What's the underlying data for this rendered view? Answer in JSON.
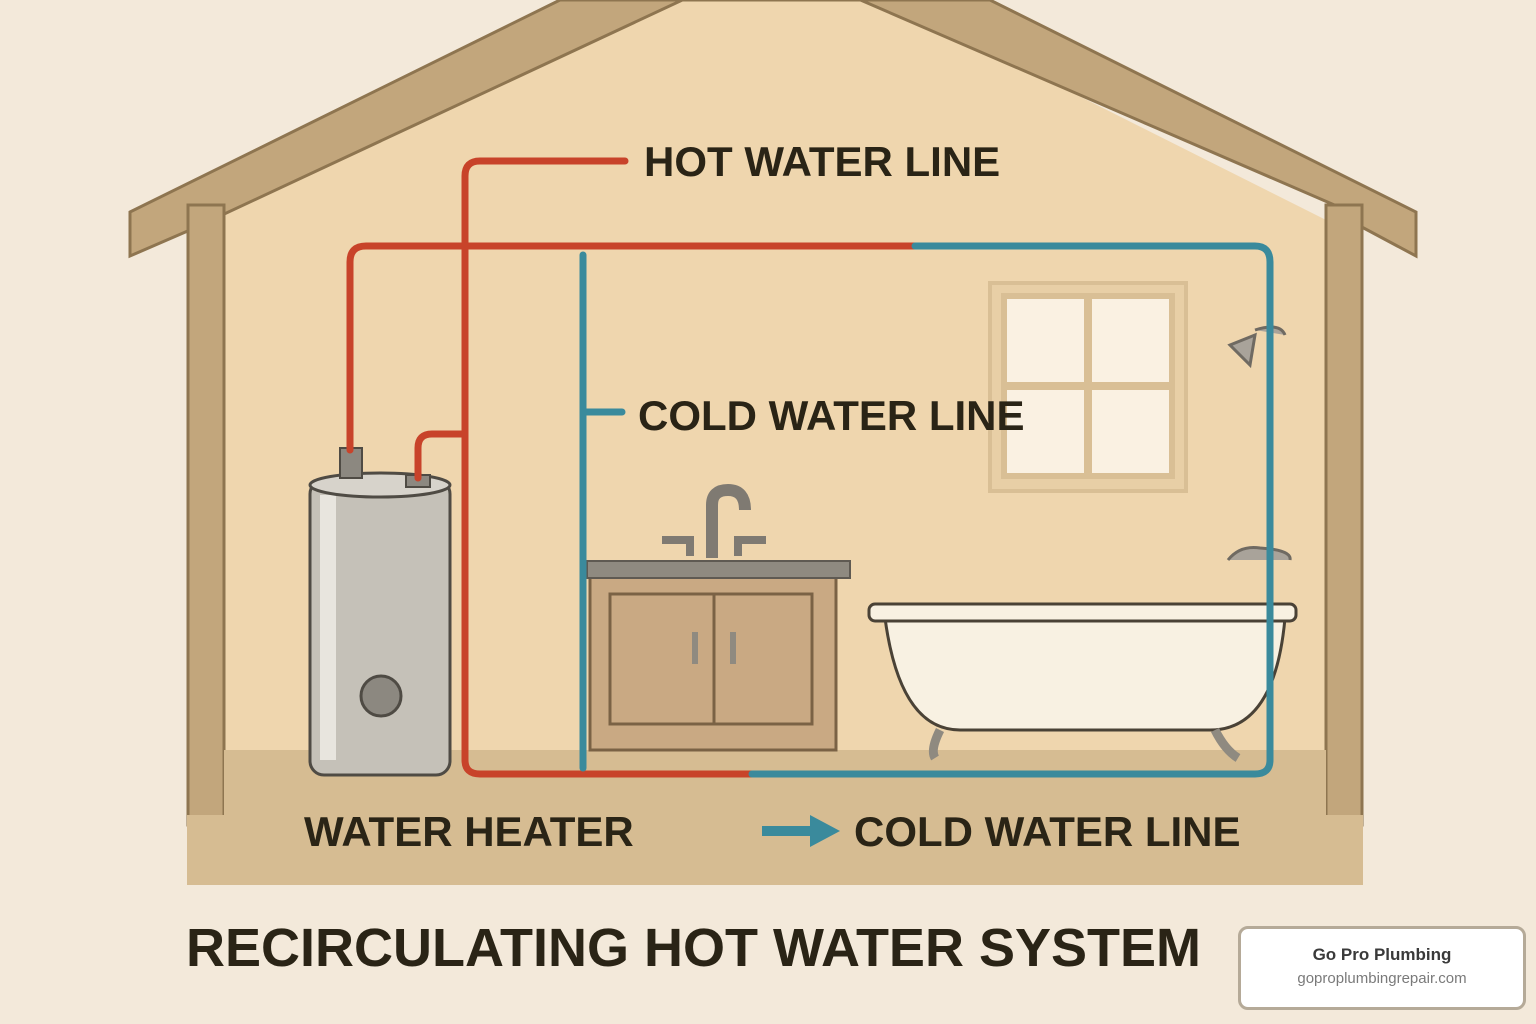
{
  "labels": {
    "hot_water_line": "HOT WATER LINE",
    "cold_water_line_upper": "COLD WATER LINE",
    "water_heater": "WATER HEATER",
    "cold_water_line_lower": "COLD WATER LINE"
  },
  "title": "RECIRCULATING HOT WATER SYSTEM",
  "watermark": {
    "name": "Go Pro Plumbing",
    "url": "goproplumbingrepair.com"
  },
  "colors": {
    "hot": "#c8432a",
    "cold": "#3a8a9c",
    "wall": "#efd6ae",
    "frame": "#c2a67c"
  }
}
